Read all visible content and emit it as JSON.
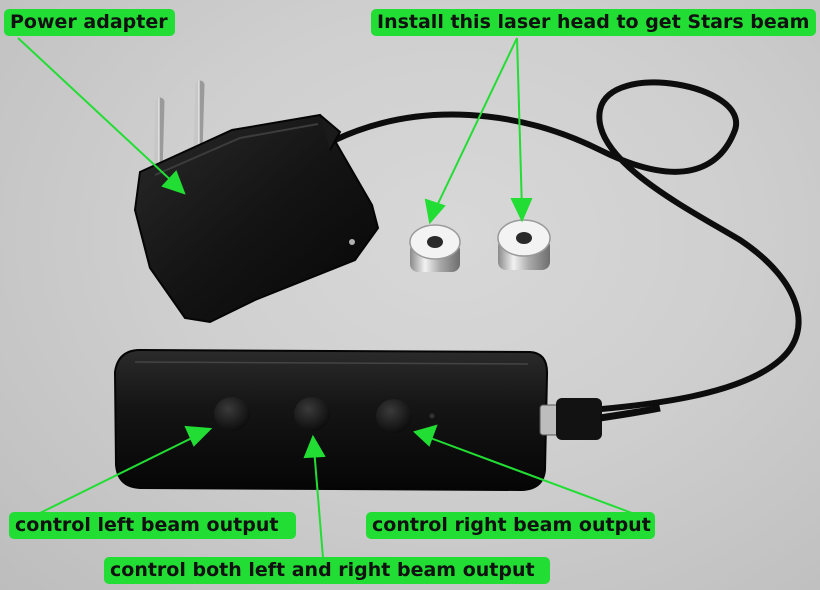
{
  "labels": {
    "power_adapter": "Power adapter",
    "install_head": "Install this laser head to get  Stars  beam",
    "control_left": "control left  beam output",
    "control_right": "control right beam output",
    "control_both": "control both left and right beam output"
  },
  "colors": {
    "label_background": "#22dd33",
    "arrow": "#22dd33",
    "device_body": "#111111",
    "background": "#d0d0d0"
  }
}
